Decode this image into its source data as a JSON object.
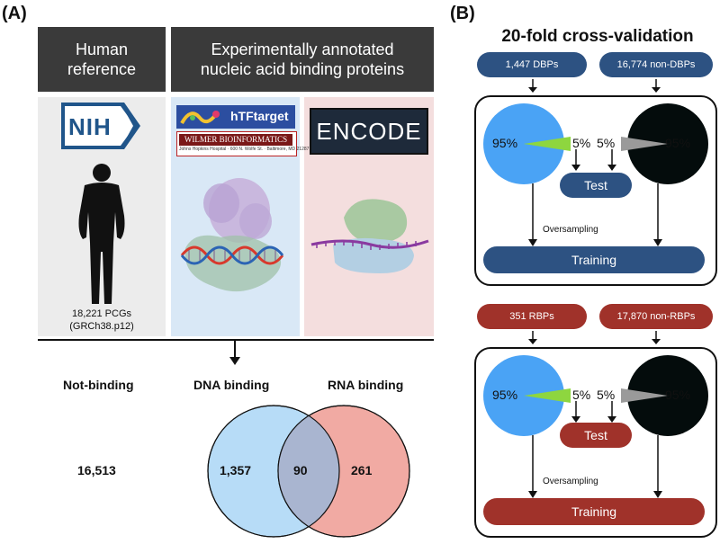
{
  "panel_a": {
    "label": "(A)",
    "header_left": [
      "Human",
      "reference"
    ],
    "header_right": [
      "Experimentally annotated",
      "nucleic acid binding proteins"
    ],
    "nih_logo": "NIH",
    "htf_logo": "hTFtarget",
    "wilmer_logo": "WILMER BIOINFORMATICS",
    "wilmer_sub": "Johns Hopkins Hospital · 600 N. Wolfe St. · Baltimore, MD 21287",
    "encode_logo": "ENCODE",
    "pcg_text": [
      "18,221 PCGs",
      "(GRCh38.p12)"
    ],
    "categories": [
      "Not-binding",
      "DNA binding",
      "RNA binding"
    ],
    "not_binding_count": "16,513",
    "venn": {
      "dna_only": "1,357",
      "overlap": "90",
      "rna_only": "261"
    }
  },
  "panel_b": {
    "label": "(B)",
    "title": "20-fold cross-validation",
    "top": {
      "pos_label": "1,447 DBPs",
      "neg_label": "16,774 non-DBPs",
      "pie_left_pct": "95%",
      "pie_left_small": "5%",
      "pie_right_small": "5%",
      "pie_right_pct": "95%",
      "test": "Test",
      "oversampling": "Oversampling",
      "training": "Training"
    },
    "bottom": {
      "pos_label": "351 RBPs",
      "neg_label": "17,870 non-RBPs",
      "pie_left_pct": "95%",
      "pie_left_small": "5%",
      "pie_right_small": "5%",
      "pie_right_pct": "95%",
      "test": "Test",
      "oversampling": "Oversampling",
      "training": "Training"
    },
    "colors": {
      "blue": "#2d5282",
      "red": "#a0322a",
      "pie_blue": "#4aa3f5",
      "pie_black": "#040c0c",
      "green_slice": "#8ed63f",
      "grey_slice": "#9a9a9a"
    }
  }
}
